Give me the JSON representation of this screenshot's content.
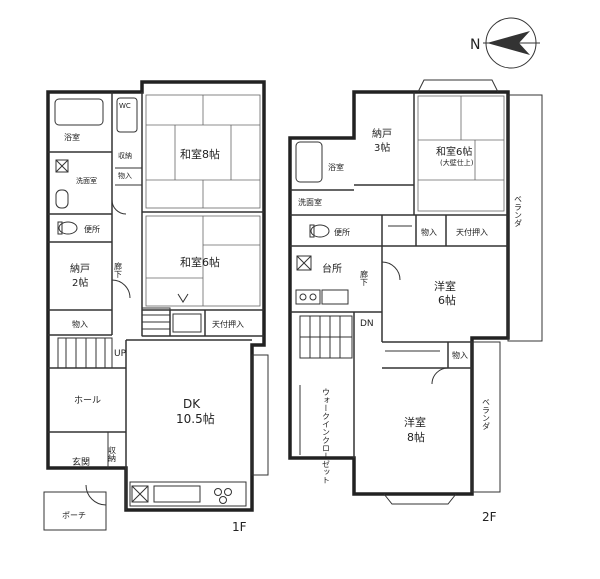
{
  "floor1": {
    "floor_label": "1F",
    "rooms": {
      "bath": "浴室",
      "wc_top": "WC",
      "storage_top": "収納",
      "storage_small": "物入",
      "washroom": "洗面室",
      "toilet": "便所",
      "washitsu8": "和室8帖",
      "washitsu6": "和室6帖",
      "nando": "納戸",
      "nando_size": "2帖",
      "hallway": "廊下",
      "closet": "物入",
      "ceiling_hatch": "天付押入",
      "up": "UP",
      "hall": "ホール",
      "dk": "DK",
      "dk_size": "10.5帖",
      "entrance": "玄関",
      "storage_side": "収納",
      "porch": "ポーチ"
    }
  },
  "floor2": {
    "floor_label": "2F",
    "rooms": {
      "nando": "納戸",
      "nando_size": "3帖",
      "washitsu": "和室6帖",
      "washitsu_note": "(大壁仕上)",
      "veranda_top": "ベランダ",
      "bath": "浴室",
      "washroom": "洗面室",
      "toilet": "便所",
      "closet1": "物入",
      "ceiling_hatch": "天付押入",
      "kitchen": "台所",
      "hallway": "廊下",
      "yoshitsu6": "洋室",
      "yoshitsu6_size": "6帖",
      "dn": "DN",
      "closet2": "物入",
      "walkin": "ウォークインクローゼット",
      "yoshitsu8": "洋室",
      "yoshitsu8_size": "8帖",
      "veranda_bottom": "ベランダ"
    }
  },
  "compass": {
    "label": "N"
  }
}
